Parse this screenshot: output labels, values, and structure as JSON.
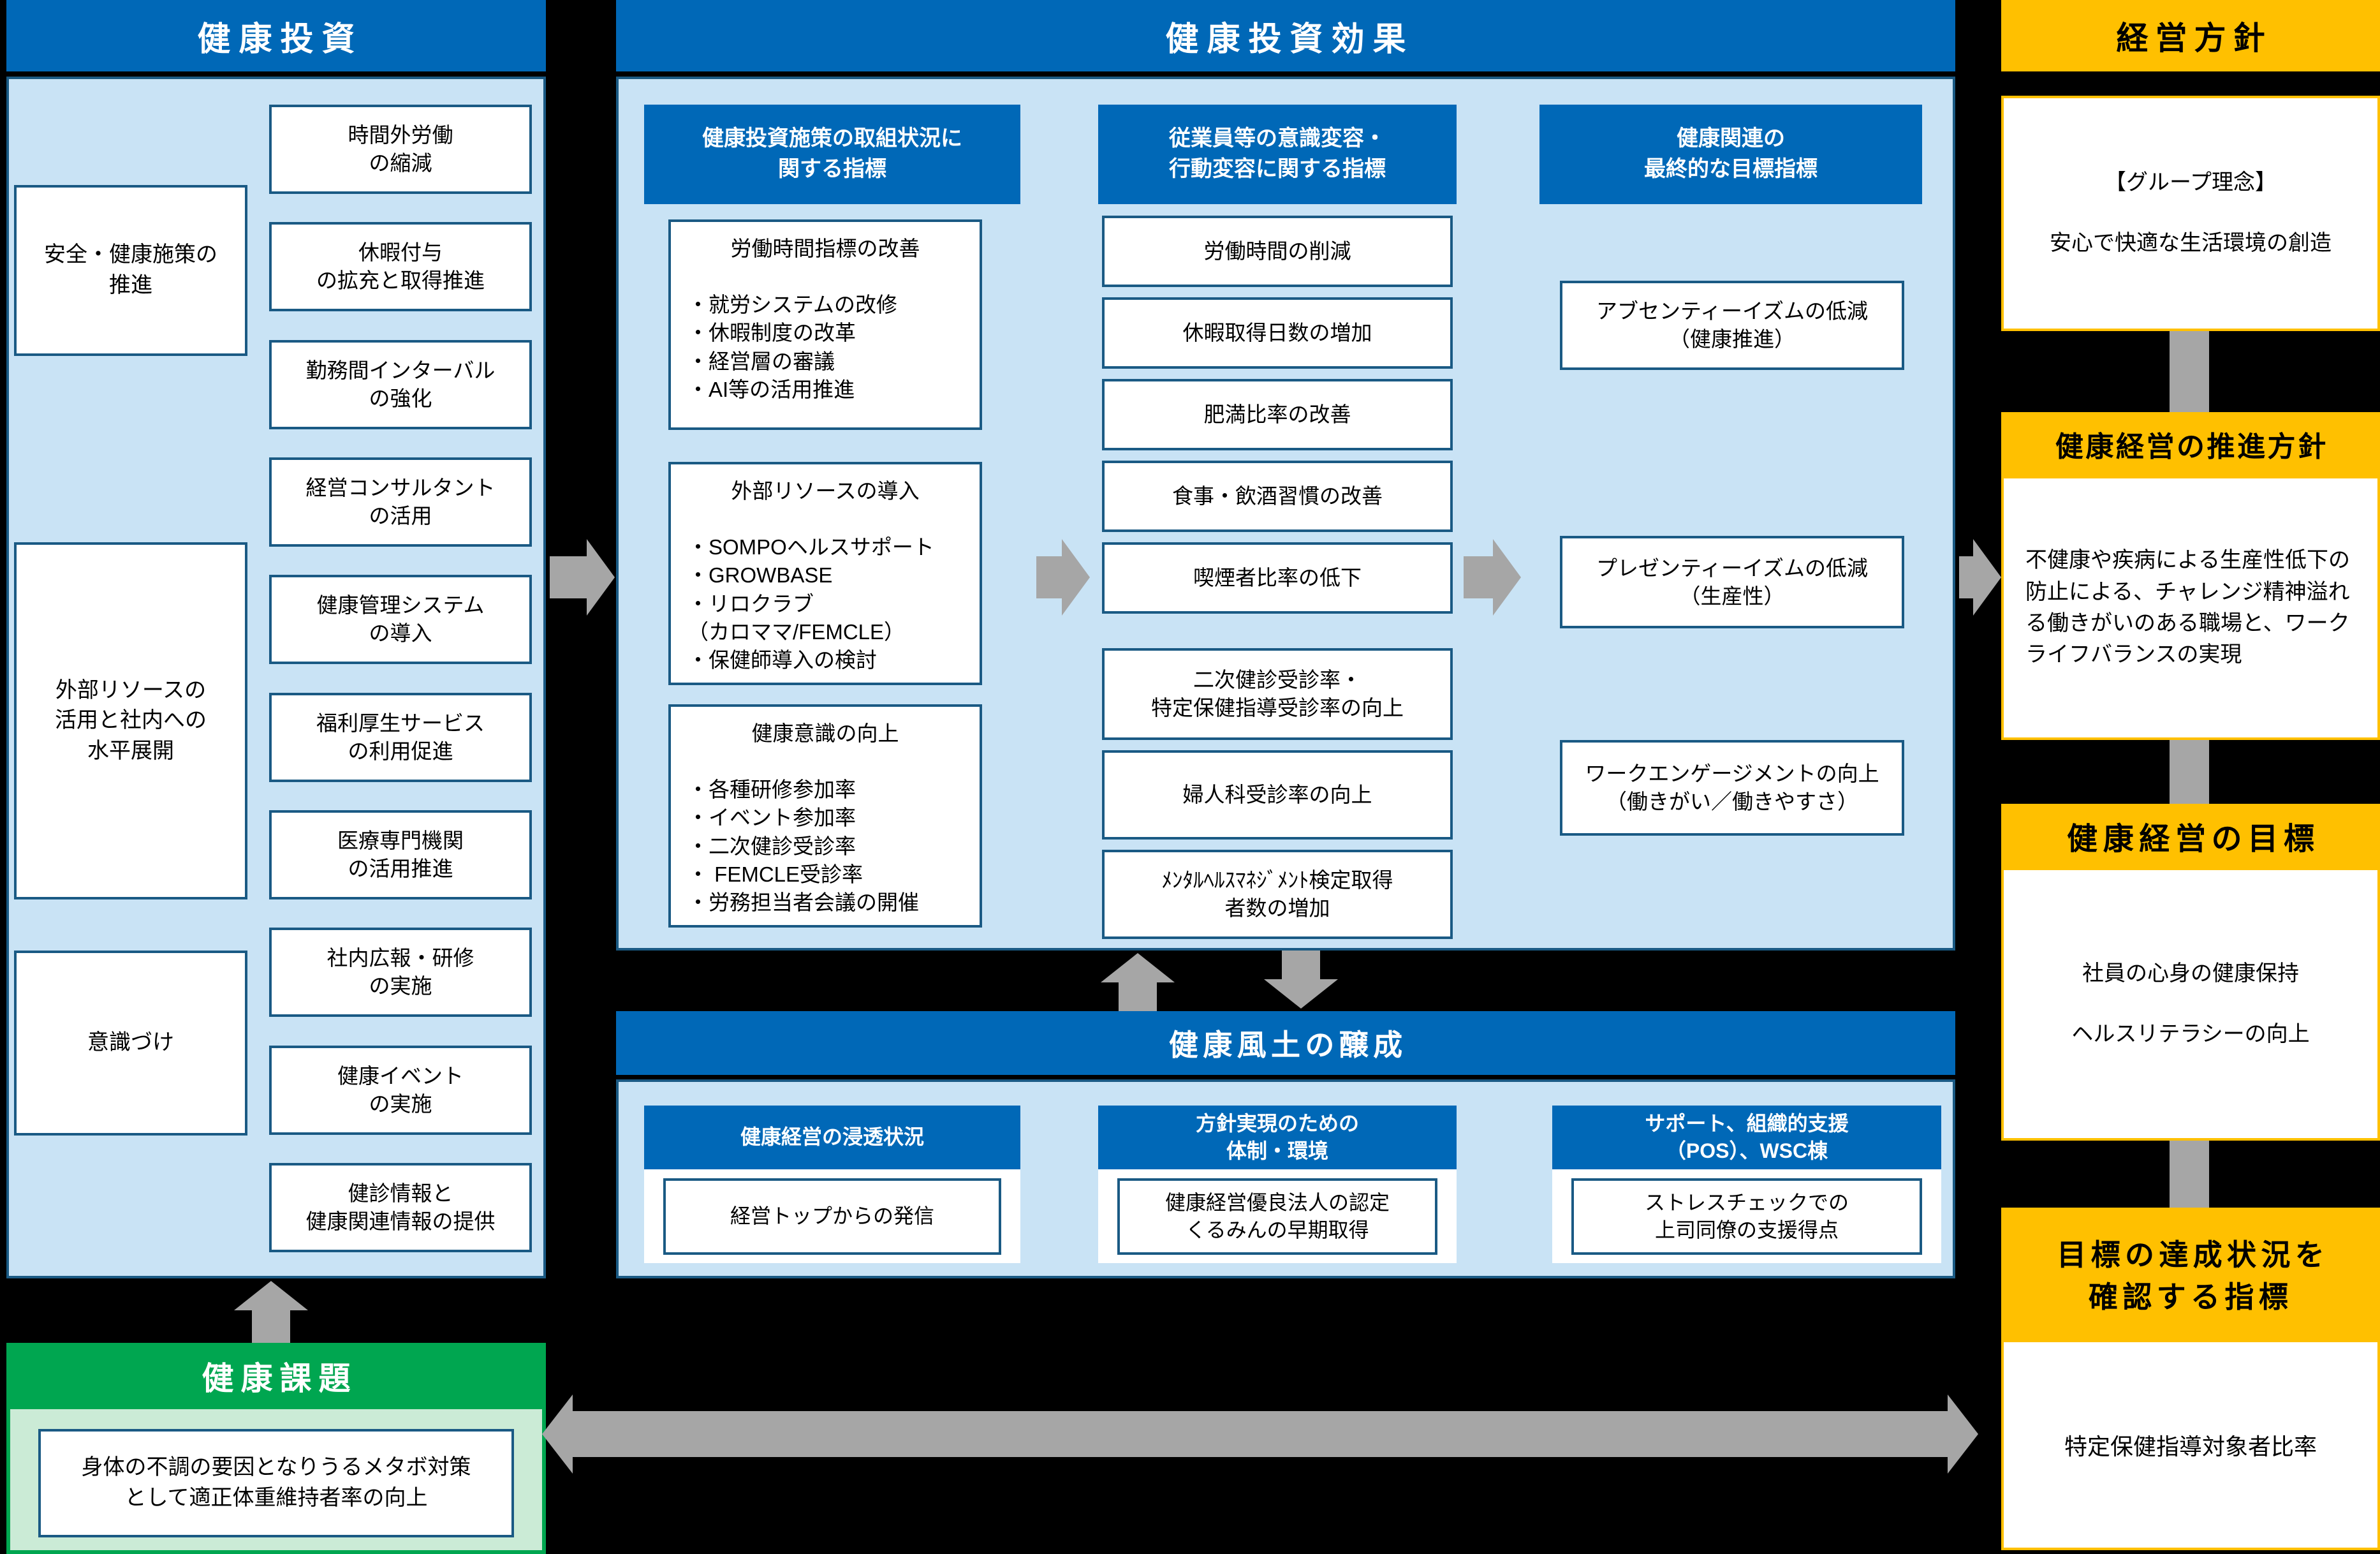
{
  "colors": {
    "header_blue": "#0068B7",
    "light_blue": "#C9E3F5",
    "border_blue": "#1A5A84",
    "accent_yellow": "#FFC000",
    "accent_green": "#00A650",
    "light_green": "#CBEBD6",
    "arrow_gray": "#A6A6A6",
    "background": "#000000"
  },
  "left": {
    "header": "健康投資",
    "groups": [
      "安全・健康施策の\n推進",
      "外部リソースの\n活用と社内への\n水平展開",
      "意識づけ"
    ],
    "items": [
      "時間外労働\nの縮減",
      "休暇付与\nの拡充と取得推進",
      "勤務間インターバル\nの強化",
      "経営コンサルタント\nの活用",
      "健康管理システム\nの導入",
      "福利厚生サービス\nの利用促進",
      "医療専門機関\nの活用推進",
      "社内広報・研修\nの実施",
      "健康イベント\nの実施",
      "健診情報と\n健康関連情報の提供"
    ]
  },
  "effects": {
    "header": "健康投資効果",
    "col1": {
      "header": "健康投資施策の取組状況に\n関する指標",
      "boxes": [
        {
          "title": "労働時間指標の改善",
          "bullets": [
            "・就労システムの改修",
            "・休暇制度の改革",
            "・経営層の審議",
            "・AI等の活用推進"
          ]
        },
        {
          "title": "外部リソースの導入",
          "bullets": [
            "・SOMPOヘルスサポート",
            "・GROWBASE",
            "・リロクラブ",
            "（カロママ/FEMCLE）",
            "・保健師導入の検討"
          ]
        },
        {
          "title": "健康意識の向上",
          "bullets": [
            "・各種研修参加率",
            "・イベント参加率",
            "・二次健診受診率",
            "・ FEMCLE受診率",
            "・労務担当者会議の開催"
          ]
        }
      ]
    },
    "col2": {
      "header": "従業員等の意識変容・\n行動変容に関する指標",
      "boxes": [
        "労働時間の削減",
        "休暇取得日数の増加",
        "肥満比率の改善",
        "食事・飲酒習慣の改善",
        "喫煙者比率の低下",
        "二次健診受診率・\n特定保健指導受診率の向上",
        "婦人科受診率の向上",
        "ﾒﾝﾀﾙﾍﾙｽﾏﾈｼﾞﾒﾝﾄ検定取得\n者数の増加"
      ]
    },
    "col3": {
      "header": "健康関連の\n最終的な目標指標",
      "boxes": [
        "アブセンティーイズムの低減\n（健康推進）",
        "プレゼンティーイズムの低減\n（生産性）",
        "ワークエンゲージメントの向上\n（働きがい／働きやすさ）"
      ]
    }
  },
  "culture": {
    "header": "健康風土の醸成",
    "cols": [
      {
        "header": "健康経営の浸透状況",
        "box": "経営トップからの発信"
      },
      {
        "header": "方針実現のための\n体制・環境",
        "box": "健康経営優良法人の認定\nくるみんの早期取得"
      },
      {
        "header": "サポート、組織的支援\n（POS）、WSC棟",
        "box": "ストレスチェックでの\n上司同僚の支援得点"
      }
    ]
  },
  "issues": {
    "header": "健康課題",
    "box": "身体の不調の要因となりうるメタボ対策\nとして適正体重維持者率の向上"
  },
  "policy": {
    "sections": [
      {
        "header": "経営方針",
        "body": "【グループ理念】\n\n安心で快適な生活環境の創造"
      },
      {
        "header": "健康経営の推進方針",
        "body": "不健康や疾病による生産性低下の防止による、チャレンジ精神溢れる働きがいのある職場と、ワークライフバランスの実現"
      },
      {
        "header": "健康経営の目標",
        "body": "社員の心身の健康保持\n\nヘルスリテラシーの向上"
      },
      {
        "header": "目標の達成状況を\n確認する指標",
        "body": "特定保健指導対象者比率"
      }
    ]
  }
}
